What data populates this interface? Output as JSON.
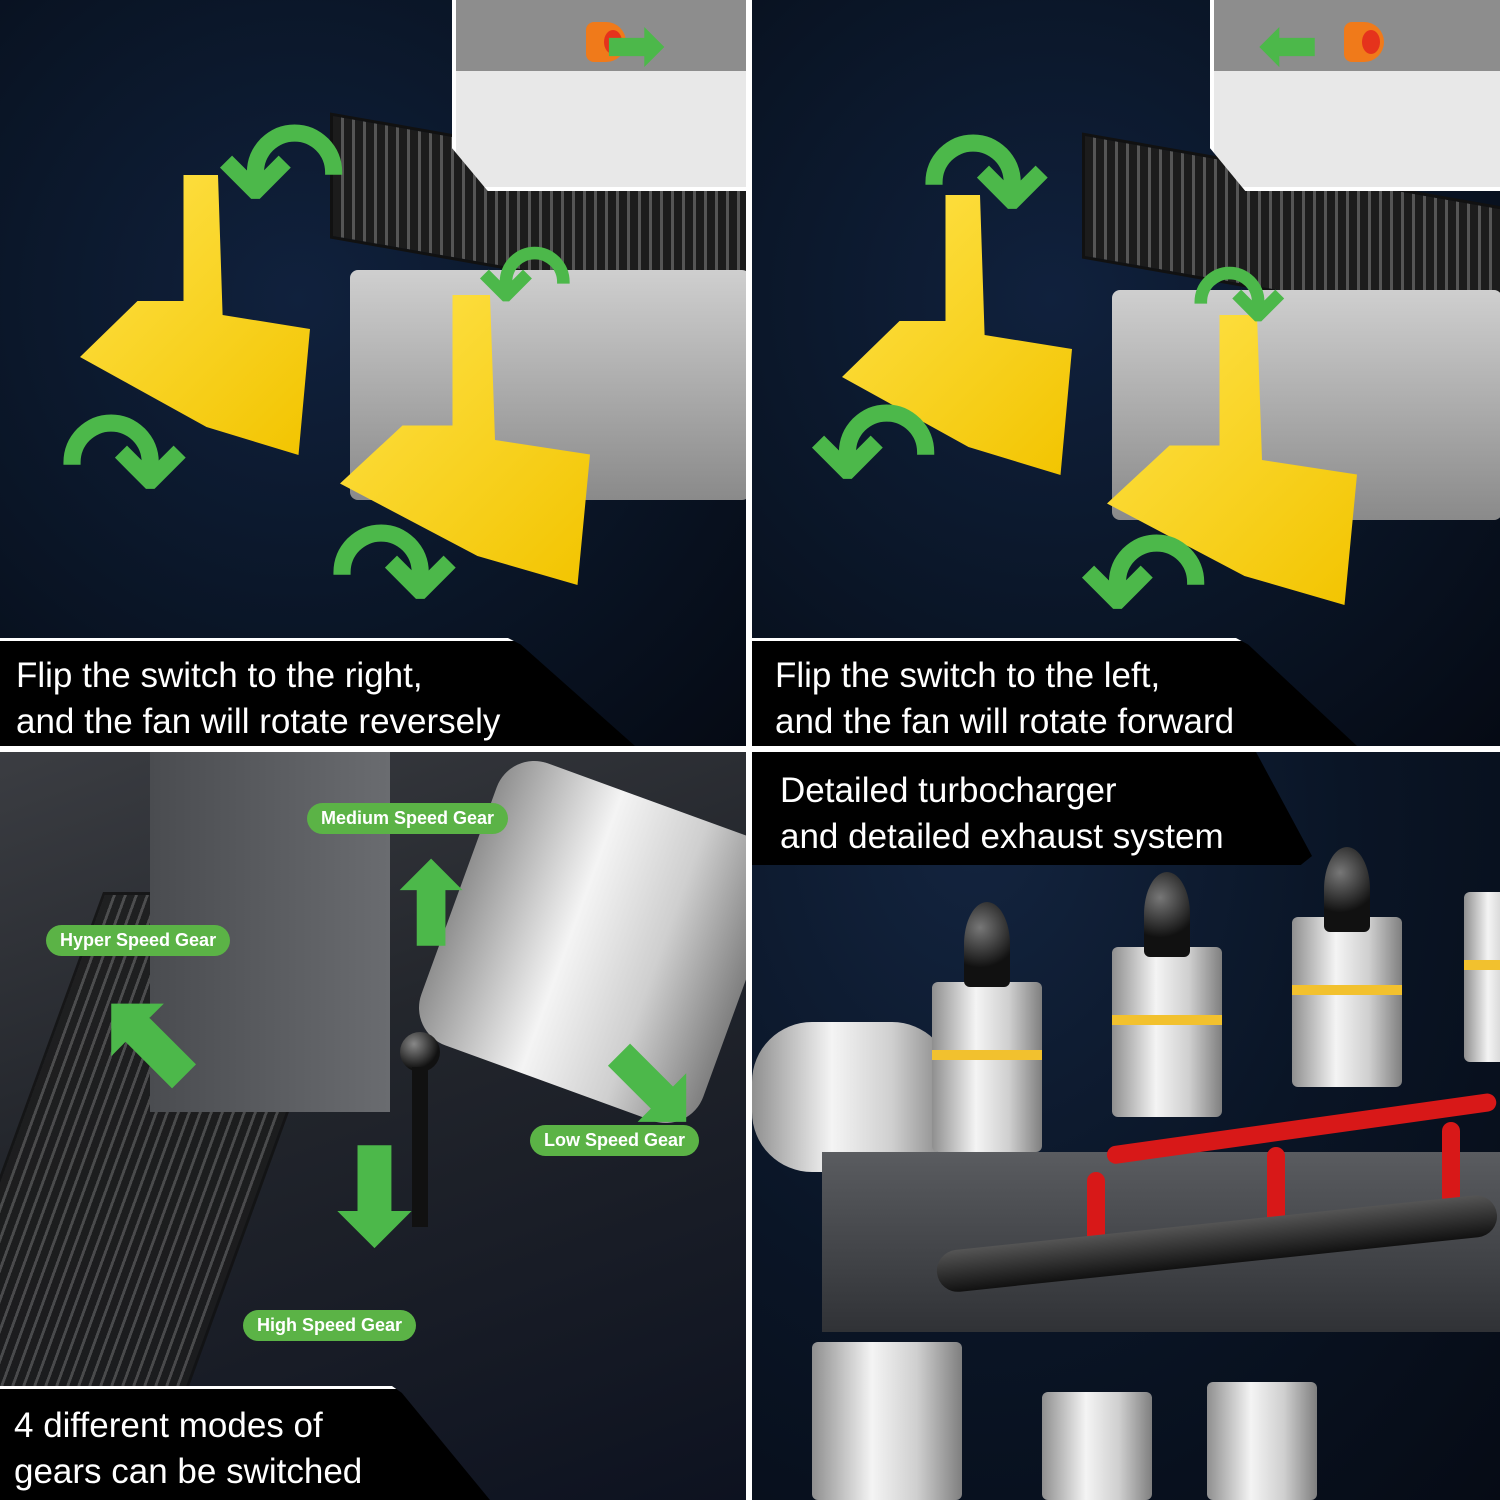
{
  "panels": [
    {
      "id": "switch-right",
      "caption": {
        "line1": "Flip the switch to the right,",
        "line2": "and the fan will rotate reversely"
      },
      "inset": {
        "switch_direction": "right",
        "arrow_glyph": "➡"
      },
      "rotation_arrows": [
        "↶",
        "↷",
        "↷",
        "↶"
      ]
    },
    {
      "id": "switch-left",
      "caption": {
        "line1": "Flip the switch to the left,",
        "line2": "and the fan will rotate forward"
      },
      "inset": {
        "switch_direction": "left",
        "arrow_glyph": "⬅"
      },
      "rotation_arrows": [
        "↷",
        "↷",
        "↶",
        "↶"
      ]
    },
    {
      "id": "gear-modes",
      "caption": {
        "line1": "4 different modes of",
        "line2": "gears can be switched"
      },
      "gear_labels": {
        "medium": "Medium Speed Gear",
        "hyper": "Hyper Speed Gear",
        "low": "Low Speed Gear",
        "high": "High Speed Gear"
      },
      "arrows": {
        "medium": "⬆",
        "hyper": "⬉",
        "low": "⬊",
        "high": "⬇"
      }
    },
    {
      "id": "turbocharger",
      "caption": {
        "line1": "Detailed turbocharger",
        "line2": "and detailed exhaust system"
      }
    }
  ],
  "colors": {
    "arrow_green": "#4cb84a",
    "label_green": "#5bb346",
    "fan_yellow": "#f5cc0a",
    "switch_orange": "#f07a1a",
    "exhaust_red": "#d81818",
    "background_navy": "#0a1526",
    "caption_bg": "#000000",
    "caption_text": "#ffffff"
  }
}
